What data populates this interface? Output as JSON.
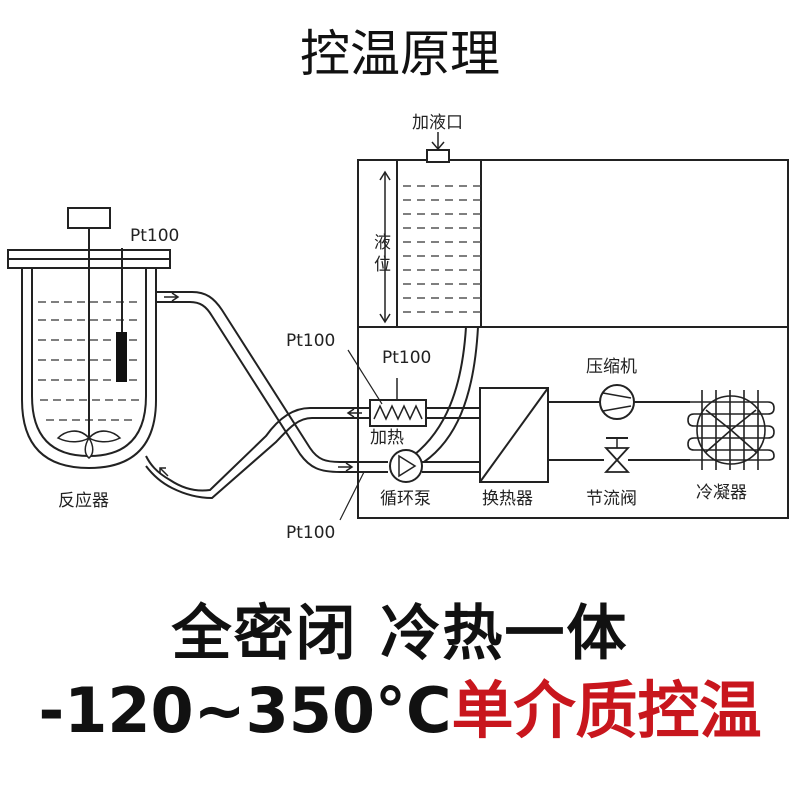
{
  "title": "控温原理",
  "diagram": {
    "fill_port": "加液口",
    "liquid_level_1": "液",
    "liquid_level_2": "位",
    "pt100_reactor": "Pt100",
    "pt100_heater_out": "Pt100",
    "pt100_heater": "Pt100",
    "pt100_return": "Pt100",
    "heater": "加热",
    "compressor": "压缩机",
    "circulation_pump": "循环泵",
    "heat_exchanger": "换热器",
    "throttle_valve": "节流阀",
    "condenser": "冷凝器",
    "reactor": "反应器"
  },
  "tagline": "全密闭  冷热一体",
  "temp_range": "-120~350°C",
  "single_medium": "单介质控温",
  "colors": {
    "accent_red": "#c8161d",
    "line": "#222222"
  }
}
